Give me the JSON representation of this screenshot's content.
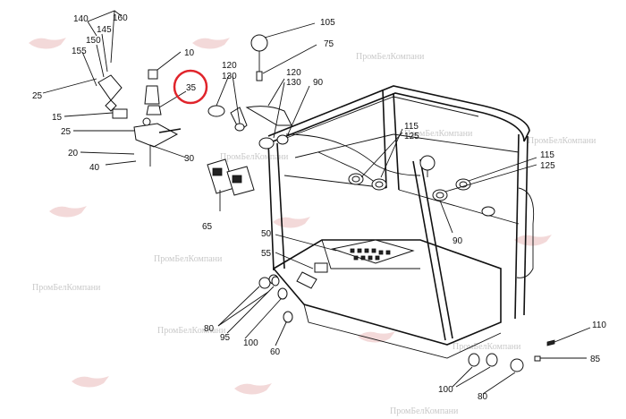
{
  "watermark": "ПромБелКомпани",
  "callouts": {
    "c140": "140",
    "c160": "160",
    "c145": "145",
    "c150": "150",
    "c155": "155",
    "c25a": "25",
    "c15": "15",
    "c25b": "25",
    "c20": "20",
    "c40": "40",
    "c30": "30",
    "c10": "10",
    "c35": "35",
    "c65": "65",
    "c120a": "120",
    "c130a": "130",
    "c105": "105",
    "c75": "75",
    "c120b": "120",
    "c130b": "130",
    "c90a": "90",
    "c115a": "115",
    "c125a": "125",
    "c115b": "115",
    "c125b": "125",
    "c90b": "90",
    "c50": "50",
    "c55": "55",
    "c80a": "80",
    "c95": "95",
    "c100a": "100",
    "c60": "60",
    "c110": "110",
    "c85": "85",
    "c100b": "100",
    "c80b": "80"
  },
  "highlight": {
    "target": "35",
    "color": "#e0242b"
  },
  "colors": {
    "watermark_logo": "#e8b4b4",
    "lines": "#111111"
  }
}
